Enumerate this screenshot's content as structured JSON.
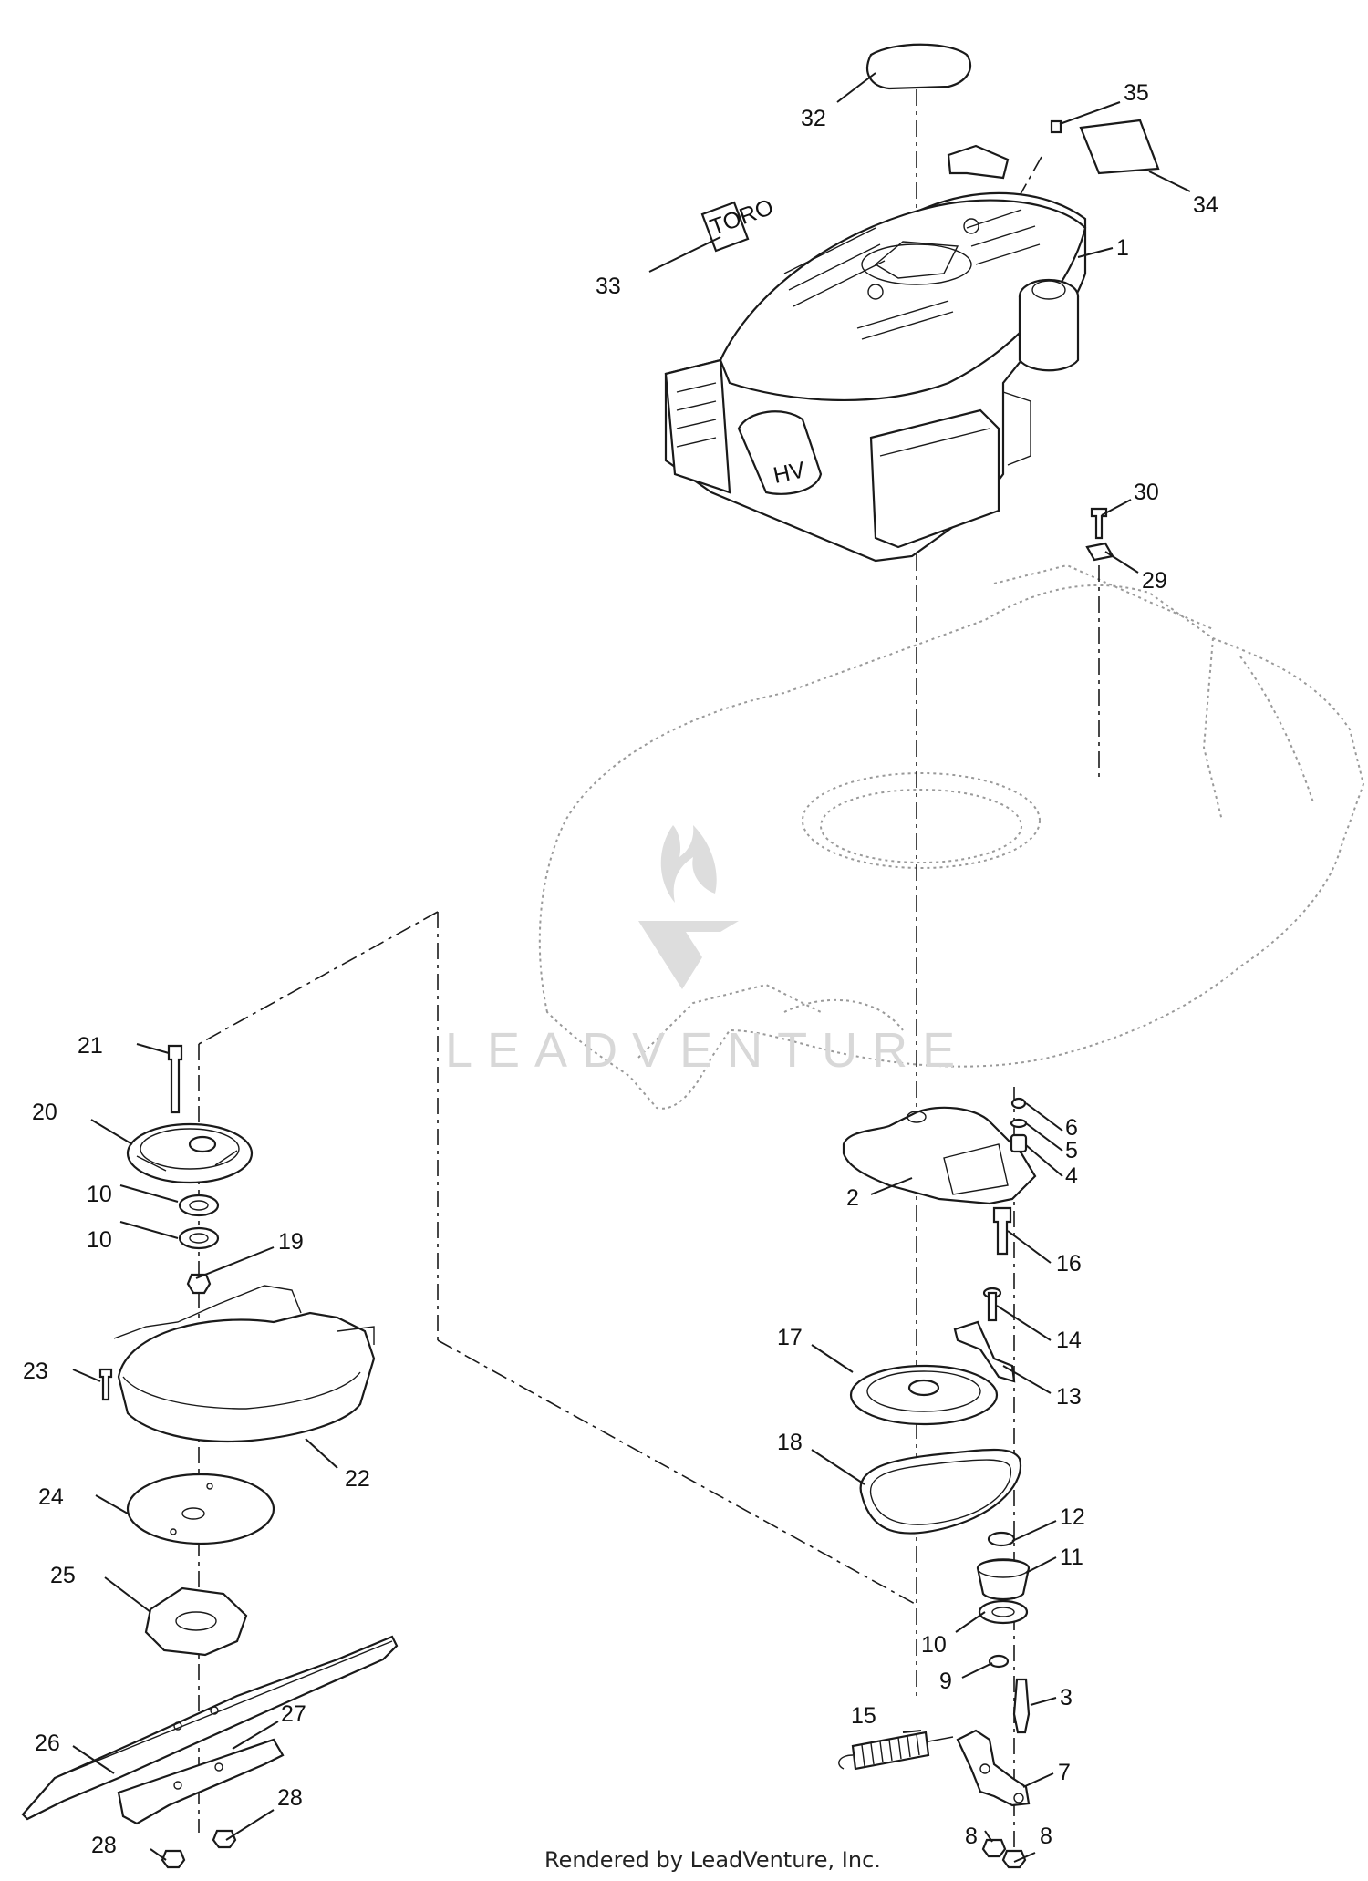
{
  "callouts": {
    "c1": "1",
    "c2": "2",
    "c3": "3",
    "c4": "4",
    "c5": "5",
    "c6": "6",
    "c7": "7",
    "c8a": "8",
    "c8b": "8",
    "c9": "9",
    "c10a": "10",
    "c10b": "10",
    "c10c": "10",
    "c11": "11",
    "c12": "12",
    "c13": "13",
    "c14": "14",
    "c15": "15",
    "c16": "16",
    "c17": "17",
    "c18": "18",
    "c19": "19",
    "c20": "20",
    "c21": "21",
    "c22": "22",
    "c23": "23",
    "c24": "24",
    "c25": "25",
    "c26": "26",
    "c27": "27",
    "c28a": "28",
    "c28b": "28",
    "c29": "29",
    "c30": "30",
    "c32": "32",
    "c33": "33",
    "c34": "34",
    "c35": "35"
  },
  "watermark": "LEADVENTURE",
  "footer": "Rendered by LeadVenture, Inc."
}
